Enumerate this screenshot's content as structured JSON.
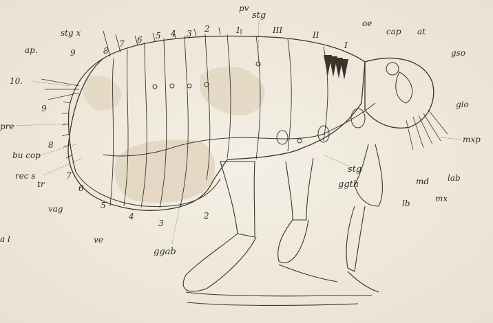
{
  "figure": {
    "labels": {
      "pv": "pv",
      "stg_top": "stg",
      "oe": "oe",
      "cap": "cap",
      "at": "at",
      "gso": "gso",
      "stgx": "stg x",
      "ap": "ap.",
      "seg9_top": "9",
      "seg8_top": "8",
      "seg7_top": "7",
      "seg6_top": "6",
      "seg5_top": "5",
      "seg4_top": "4",
      "seg3_top": "3",
      "seg2_top": "2",
      "seg1_top": "1",
      "thIII": "III",
      "thII": "II",
      "thI": "I",
      "seg10": "10.",
      "seg9_left": "9",
      "gio": "gio",
      "mxp": "mxp",
      "pre": "pre",
      "bucop": "bu cop",
      "seg8_left": "8",
      "recs": "rec s",
      "seg7_left": "7",
      "tr": "tr",
      "seg6_left": "6",
      "stg_mid": "stg",
      "ggth": "ggth",
      "md": "md",
      "lab": "lab",
      "vag": "vag",
      "seg5_bot": "5",
      "seg4_bot": "4",
      "seg3_bot": "3",
      "seg2_bot": "2",
      "lb": "lb",
      "mx": "mx",
      "ve": "ve",
      "al": "a l",
      "ggab": "ggab"
    }
  }
}
